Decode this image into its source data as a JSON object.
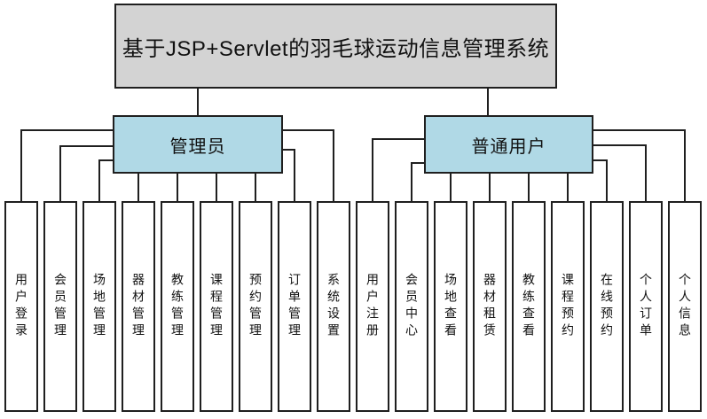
{
  "diagram": {
    "title": "基于JSP+Servlet的羽毛球运动信息管理系统",
    "groups": [
      {
        "label": "管理员",
        "children": [
          "用户登录",
          "会员管理",
          "场地管理",
          "器材管理",
          "教练管理",
          "课程管理",
          "预约管理",
          "订单管理",
          "系统设置"
        ]
      },
      {
        "label": "普通用户",
        "children": [
          "用户注册",
          "会员中心",
          "场地查看",
          "器材租赁",
          "教练查看",
          "课程预约",
          "在线预约",
          "个人订单",
          "个人信息"
        ]
      }
    ],
    "colors": {
      "root_fill": "#d3d3d3",
      "group_fill": "#b0d9e6",
      "leaf_fill": "#ffffff",
      "line": "#1f1f1f",
      "border": "#1f1f1f"
    }
  }
}
